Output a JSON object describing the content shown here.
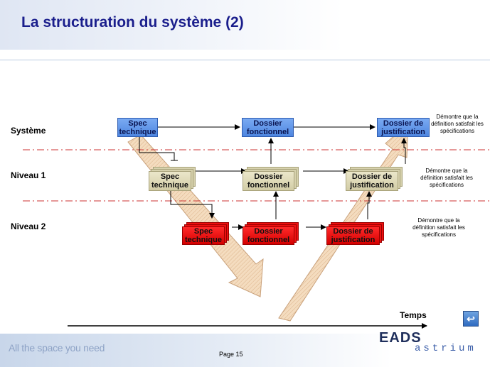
{
  "title": "La structuration du système (2)",
  "levels": {
    "systeme": "Système",
    "niveau1": "Niveau 1",
    "niveau2": "Niveau 2"
  },
  "boxes": {
    "sys_spec": "Spec technique",
    "sys_dossier_fonc": "Dossier fonctionnel",
    "sys_dossier_just": "Dossier de justification",
    "n1_spec": "Spec technique",
    "n1_dossier_fonc": "Dossier fonctionnel",
    "n1_dossier_just": "Dossier de justification",
    "n2_spec": "Spec technique",
    "n2_dossier_fonc": "Dossier fonctionnel",
    "n2_dossier_just": "Dossier de justification"
  },
  "notes": {
    "sys": "Démontre que la définition satisfait les spécifications",
    "n1": "Démontre que la définition satisfait les spécifications",
    "n2": "Démontre que la définition satisfait les spécifications"
  },
  "time_axis_label": "Temps",
  "footer": {
    "tagline": "All the space you need",
    "page": "Page 15",
    "logo_eads": "EADS",
    "logo_astrium": "astrium",
    "nav_icon": "↩"
  },
  "colors": {
    "title": "#1a1e8c",
    "system_box": "#4e86e0",
    "level1_box": "#d2cca6",
    "level2_box": "#e00000",
    "level_separator": "#cc3333"
  }
}
